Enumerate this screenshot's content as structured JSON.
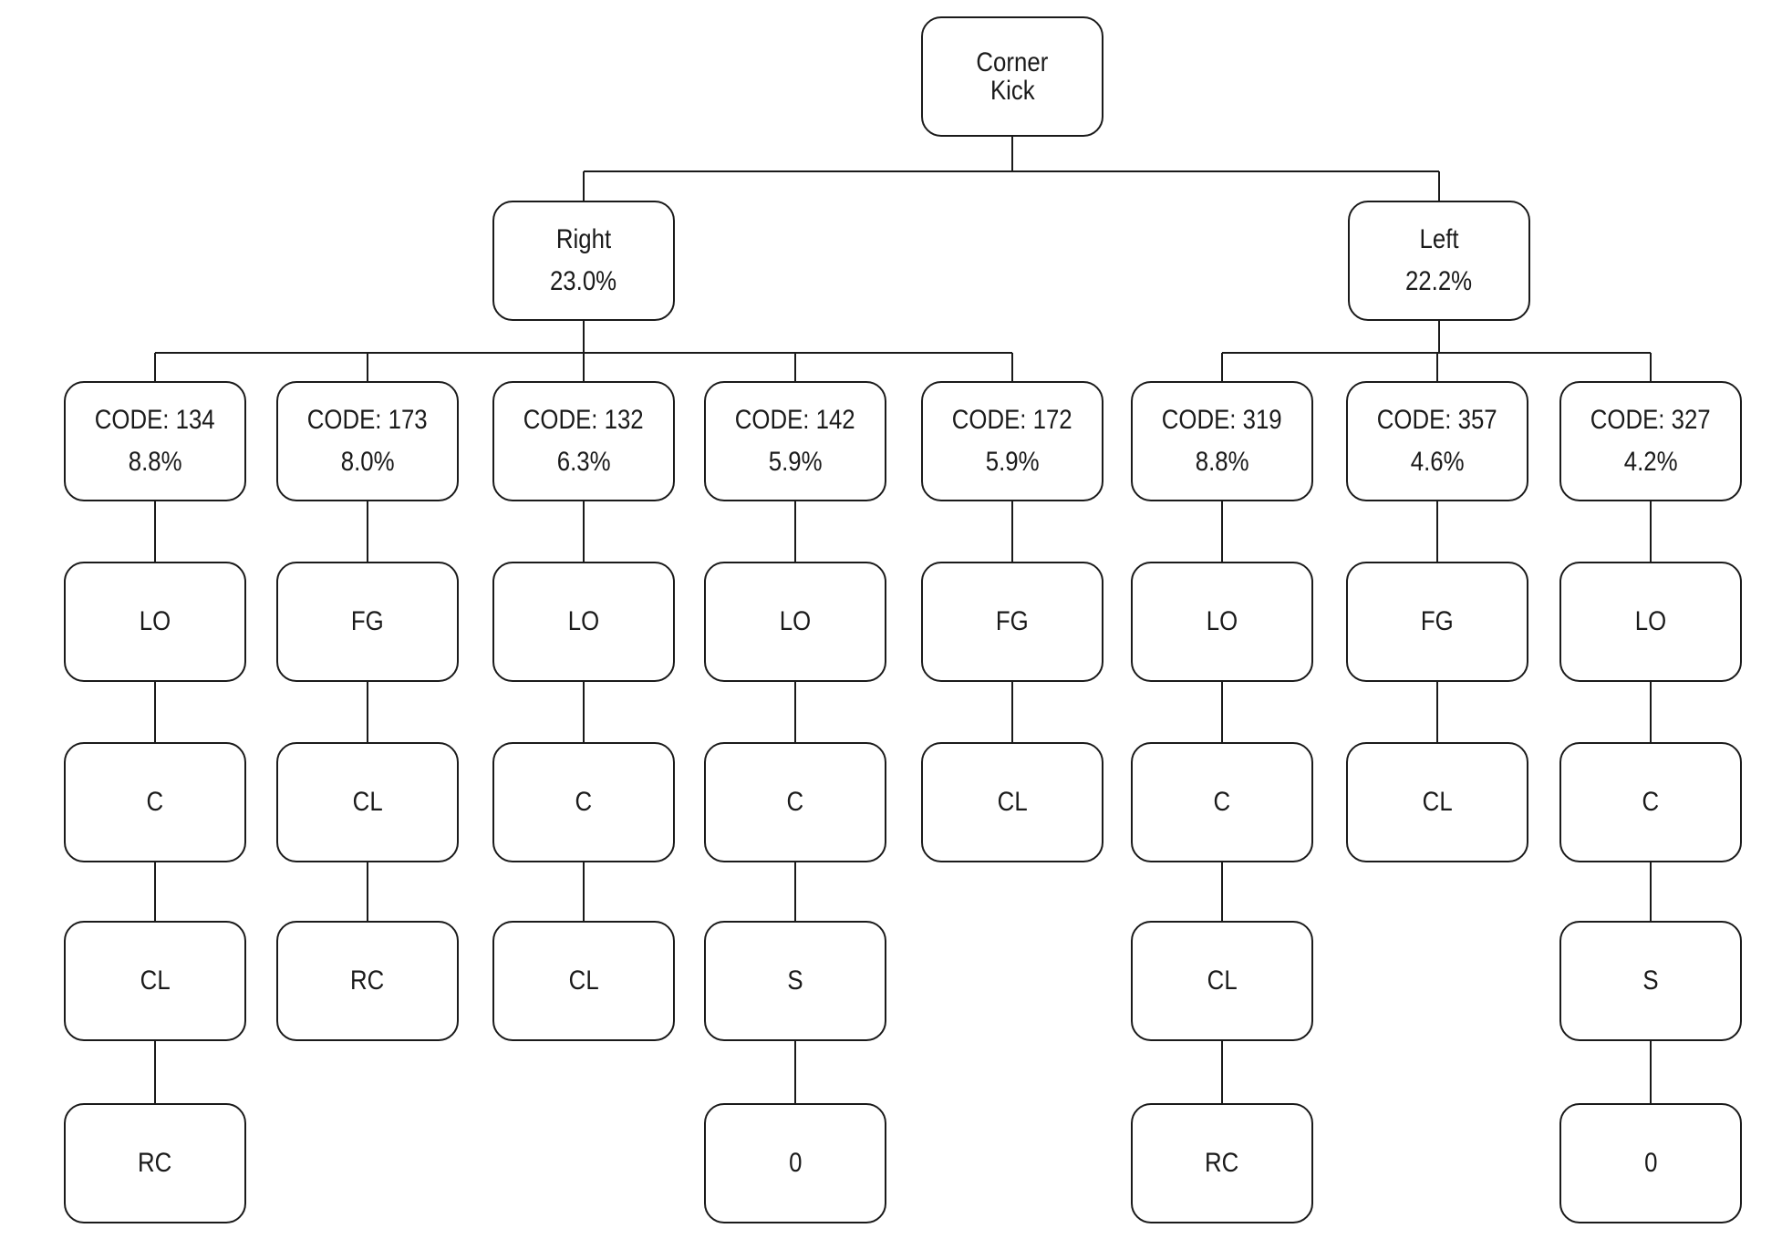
{
  "colors": {
    "line": "#1a1a1a",
    "background": "#ffffff"
  },
  "root": {
    "line1": "Corner",
    "line2": "Kick"
  },
  "right": {
    "label": "Right",
    "pct": "23.0%",
    "codes": [
      {
        "code": "CODE: 134",
        "pct": "8.8%",
        "chain": [
          "LO",
          "C",
          "CL",
          "RC"
        ]
      },
      {
        "code": "CODE: 173",
        "pct": "8.0%",
        "chain": [
          "FG",
          "CL",
          "RC"
        ]
      },
      {
        "code": "CODE: 132",
        "pct": "6.3%",
        "chain": [
          "LO",
          "C",
          "CL"
        ]
      },
      {
        "code": "CODE: 142",
        "pct": "5.9%",
        "chain": [
          "LO",
          "C",
          "S",
          "0"
        ]
      },
      {
        "code": "CODE: 172",
        "pct": "5.9%",
        "chain": [
          "FG",
          "CL"
        ]
      }
    ]
  },
  "left": {
    "label": "Left",
    "pct": "22.2%",
    "codes": [
      {
        "code": "CODE: 319",
        "pct": "8.8%",
        "chain": [
          "LO",
          "C",
          "CL",
          "RC"
        ]
      },
      {
        "code": "CODE: 357",
        "pct": "4.6%",
        "chain": [
          "FG",
          "CL"
        ]
      },
      {
        "code": "CODE: 327",
        "pct": "4.2%",
        "chain": [
          "LO",
          "C",
          "S",
          "0"
        ]
      }
    ]
  }
}
